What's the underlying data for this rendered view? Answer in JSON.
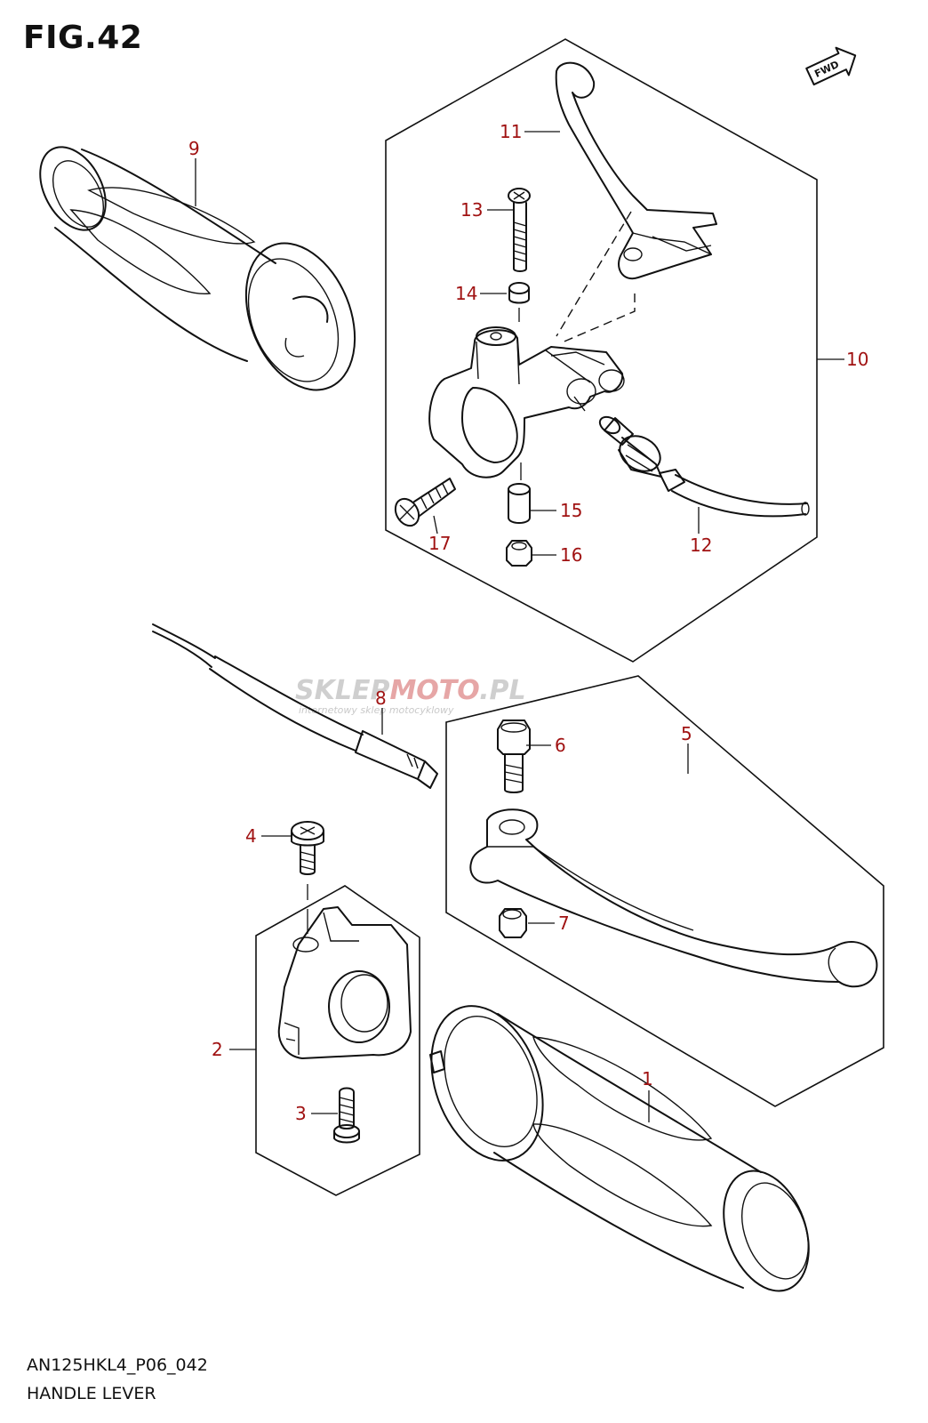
{
  "figure": {
    "title": "FIG.42",
    "code": "AN125HKL4_P06_042",
    "name": "HANDLE LEVER"
  },
  "direction_badge": {
    "label": "FWD",
    "icon": "arrow-right-icon"
  },
  "watermark": {
    "brand_gray": "SKLEP",
    "brand_red": "MOTO",
    "brand_suffix": ".PL",
    "tagline": "internetowy sklep motocyklowy"
  },
  "colors": {
    "callout": "#a01212",
    "line": "#111111",
    "watermark_gray": "#c9c9c9",
    "watermark_red": "#e6a6a6"
  },
  "callouts": [
    {
      "id": "1",
      "label": "1"
    },
    {
      "id": "2",
      "label": "2"
    },
    {
      "id": "3",
      "label": "3"
    },
    {
      "id": "4",
      "label": "4"
    },
    {
      "id": "5",
      "label": "5"
    },
    {
      "id": "6",
      "label": "6"
    },
    {
      "id": "7",
      "label": "7"
    },
    {
      "id": "8",
      "label": "8"
    },
    {
      "id": "9",
      "label": "9"
    },
    {
      "id": "10",
      "label": "10"
    },
    {
      "id": "11",
      "label": "11"
    },
    {
      "id": "12",
      "label": "12"
    },
    {
      "id": "13",
      "label": "13"
    },
    {
      "id": "14",
      "label": "14"
    },
    {
      "id": "15",
      "label": "15"
    },
    {
      "id": "16",
      "label": "16"
    },
    {
      "id": "17",
      "label": "17"
    }
  ]
}
